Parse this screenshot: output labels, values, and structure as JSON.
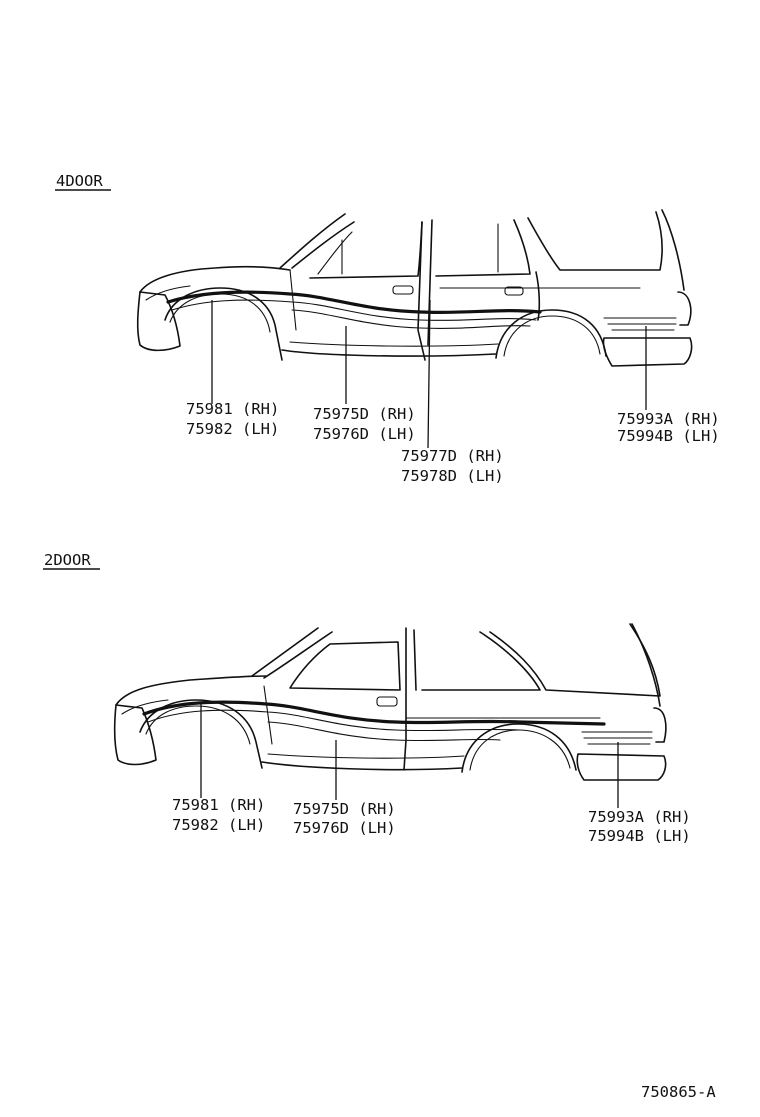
{
  "sections": [
    {
      "title": "4DOOR",
      "callouts": [
        {
          "rh": "75981 (RH)",
          "lh": "75982 (LH)"
        },
        {
          "rh": "75975D (RH)",
          "lh": "75976D (LH)"
        },
        {
          "rh": "75977D (RH)",
          "lh": "75978D (LH)"
        },
        {
          "rh": "75993A (RH)",
          "lh": "75994B (LH)"
        }
      ]
    },
    {
      "title": "2DOOR",
      "callouts": [
        {
          "rh": "75981 (RH)",
          "lh": "75982 (LH)"
        },
        {
          "rh": "75975D (RH)",
          "lh": "75976D (LH)"
        },
        {
          "rh": "75993A (RH)",
          "lh": "75994B (LH)"
        }
      ]
    }
  ],
  "figure_id": "750865-A"
}
